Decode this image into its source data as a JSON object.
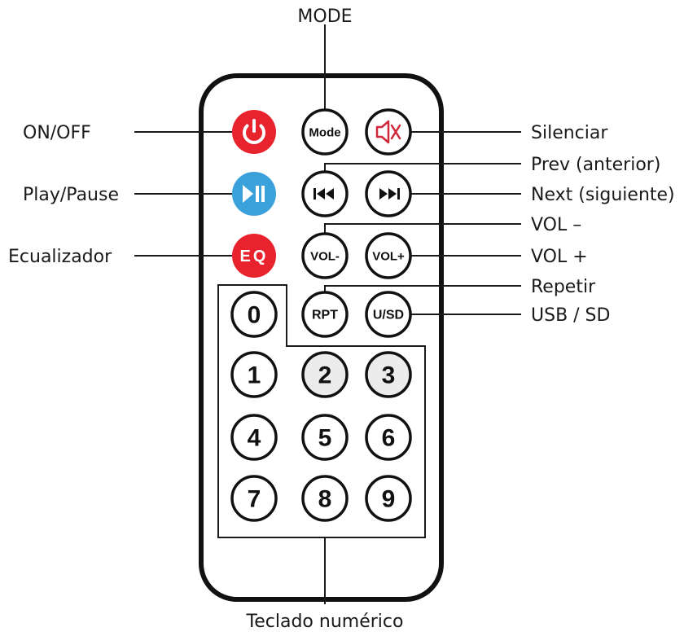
{
  "labels": {
    "mode": "MODE",
    "on_off": "ON/OFF",
    "play_pause": "Play/Pause",
    "ecualizador": "Ecualizador",
    "silenciar": "Silenciar",
    "prev": "Prev (anterior)",
    "next": "Next (siguiente)",
    "vol_minus": "VOL –",
    "vol_plus": "VOL +",
    "repetir": "Repetir",
    "usb_sd": "USB / SD",
    "teclado": "Teclado numérico"
  },
  "buttons": {
    "mode": "Mode",
    "eq": "EQ",
    "vol_minus": "VOL-",
    "vol_plus": "VOL+",
    "rpt": "RPT",
    "usb_sd": "U/SD"
  },
  "keypad": {
    "digits": [
      "0",
      "1",
      "2",
      "3",
      "4",
      "5",
      "6",
      "7",
      "8",
      "9"
    ]
  },
  "colors": {
    "power_red": "#e8232e",
    "play_blue": "#3aa1db",
    "eq_red": "#e8232e",
    "mute_icon": "#d0283a",
    "outline": "#111111"
  },
  "icons": {
    "power": "power-icon",
    "play_pause": "play-pause-icon",
    "mute": "mute-icon",
    "prev": "prev-track-icon",
    "next": "next-track-icon"
  }
}
